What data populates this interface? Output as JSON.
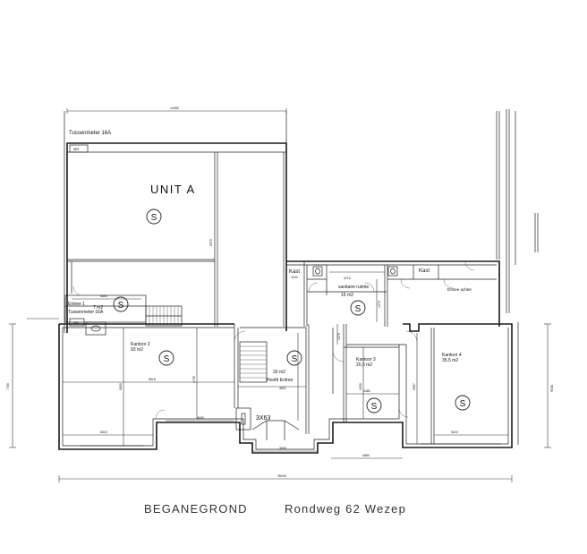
{
  "plan": {
    "unit_title": "UNIT A",
    "tussenmeter_top": "Tussenmeter 16A",
    "mr": "MR",
    "kast_left": "Kast",
    "kast_right": "Kast",
    "sanitaire_name": "sanitaire ruimte",
    "sanitaire_area": "15 m2",
    "entree_achter": "Entree achter",
    "entree1_name": "Entree 1",
    "entree1_area": "7 m2",
    "tussenmeter_entree": "Tussenmeter 16A",
    "kantoor2_name": "Kantoor 2",
    "kantoor2_area": "93 m2",
    "hal_area": "33 m2",
    "hoofd_entree": "Hoofd Entree",
    "kantoor3_name": "Kantoor 3",
    "kantoor3_area": "20,3 m2",
    "kantoor4_name": "Kantoor 4",
    "kantoor4_area": "35,5 m2",
    "meter_box": "3X63",
    "symbol_s": "S"
  },
  "dimensions": {
    "top_width": "14450",
    "unit_depth": "9575",
    "kast_w": "1140",
    "san_w": "4710",
    "entree_w": "4600",
    "k2_depth": "9600",
    "k2_width": "8515",
    "k2_bottom": "8410",
    "stair_d": "4600",
    "hall_d": "4735",
    "hall_w": "4521",
    "k3_h": "4450",
    "k3_w": "4480",
    "k4_d": "9067",
    "k4_w": "5410",
    "right_total": "9538",
    "left_total": "7780",
    "bottom_total": "28440",
    "door_w": "3930",
    "k3_bottom": "4680",
    "small_a": "1270",
    "small_b": "1270"
  },
  "footer": {
    "floor": "BEGANEGROND",
    "address": "Rondweg 62 Wezep"
  }
}
